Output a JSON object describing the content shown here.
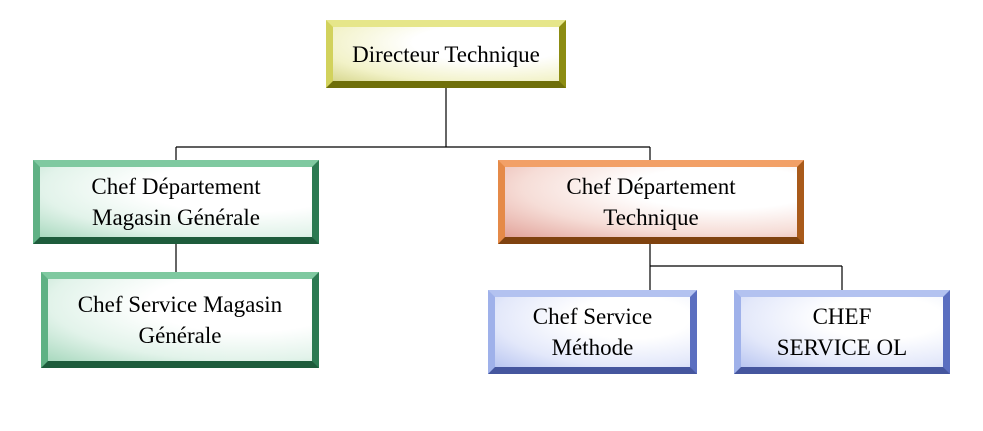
{
  "org_chart": {
    "nodes": [
      {
        "id": "directeur",
        "label": "Directeur Technique",
        "parent": null
      },
      {
        "id": "chef-dept-magasin",
        "label": "Chef Département\nMagasin Générale",
        "parent": "directeur"
      },
      {
        "id": "chef-service-magasin",
        "label": "Chef Service Magasin\nGénérale",
        "parent": "chef-dept-magasin"
      },
      {
        "id": "chef-dept-technique",
        "label": "Chef Département\nTechnique",
        "parent": "directeur"
      },
      {
        "id": "chef-service-methode",
        "label": "Chef Service\nMéthode",
        "parent": "chef-dept-technique"
      },
      {
        "id": "chef-service-ol",
        "label": "CHEF\nSERVICE OL",
        "parent": "chef-dept-technique"
      }
    ]
  },
  "colors": {
    "level_1": "#d2d25c",
    "magasin_branch": "#2c7a52",
    "technique_department": "#c86a28",
    "technique_services": "#7f92dc",
    "connector": "#000000"
  }
}
